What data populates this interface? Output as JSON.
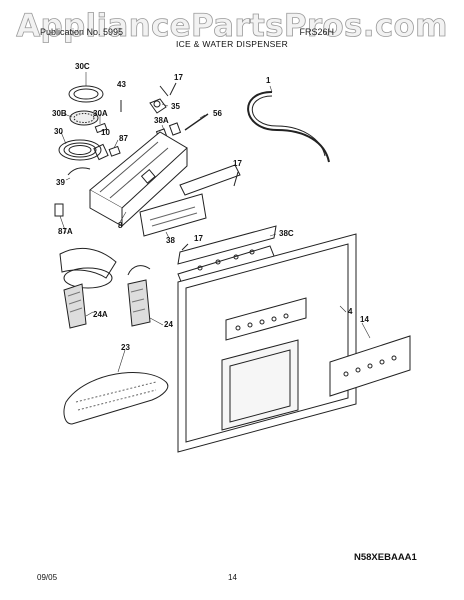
{
  "watermark": "AppliancePartsPros.com",
  "header": {
    "publication_label": "Publication No. 5995",
    "model_label": "FRS26H",
    "section_title": "ICE & WATER DISPENSER"
  },
  "callouts": [
    "30C",
    "43",
    "17",
    "1",
    "35",
    "56",
    "30B",
    "30A",
    "38A",
    "10",
    "30",
    "87",
    "39",
    "17",
    "38C",
    "8",
    "87A",
    "38",
    "17",
    "4",
    "14",
    "24A",
    "24",
    "23"
  ],
  "diagram_code": "N58XEBAAA1",
  "footer": {
    "date": "09/05",
    "page": "14"
  }
}
